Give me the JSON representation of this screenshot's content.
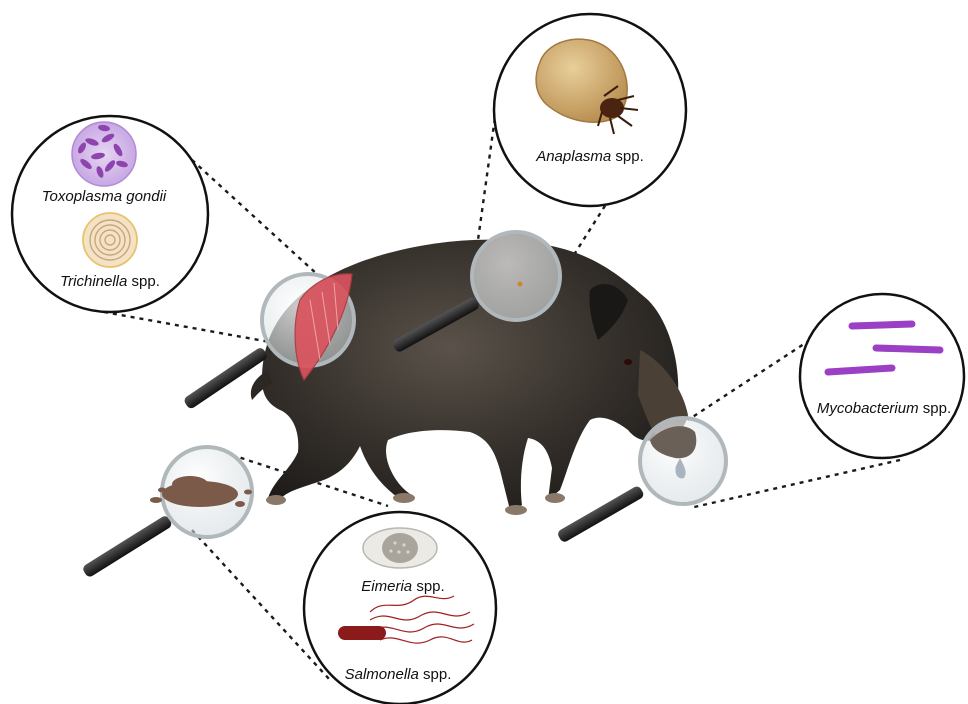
{
  "pathogens": {
    "toxoplasma": {
      "genus": "Toxoplasma gondii",
      "suffix": ""
    },
    "trichinella": {
      "genus": "Trichinella",
      "suffix": " spp."
    },
    "anaplasma": {
      "genus": "Anaplasma",
      "suffix": " spp."
    },
    "mycobacterium": {
      "genus": "Mycobacterium",
      "suffix": " spp."
    },
    "eimeria": {
      "genus": "Eimeria",
      "suffix": " spp."
    },
    "salmonella": {
      "genus": "Salmonella",
      "suffix": " spp."
    }
  },
  "colors": {
    "boar_body": "#2e2a26",
    "muscle": "#d9535d",
    "bacteria_purple": "#9b3fc4",
    "salmonella_red": "#8b1a1a",
    "tick": "#c9a66b",
    "feces": "#7b5a4a"
  }
}
